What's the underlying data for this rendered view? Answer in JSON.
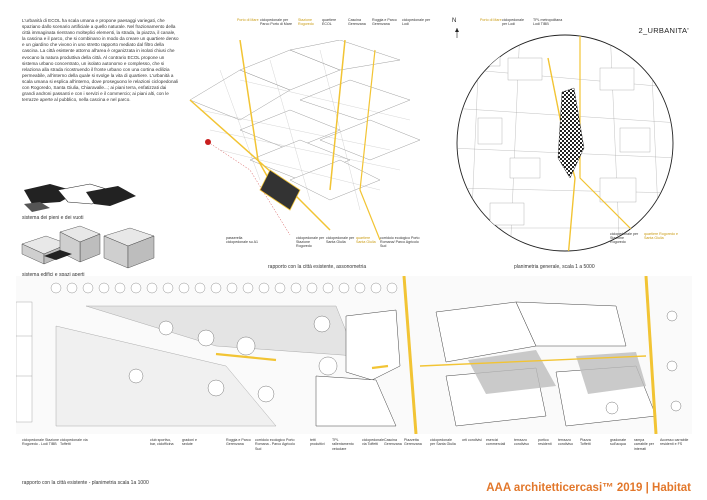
{
  "intro_text": "L'urbanità di ECOL ha scala umana e propone paesaggi variegati, che spaziano dallo scenario artificiale a quello naturale. Nel frazionamento della città immaginata rientrano molteplici elementi, la strada, la piazza, il canale, la cascina e il parco, che si combinano in modo da creare un quartiere denso e un giardino che vivono in uno stretto rapporto mediato dal filtro della cascina. La città esistente attorno all'area è organizzata in isolati chiusi che evocano la natura produttiva della città. Al contrario ECOL propone un sistema urbano concentrato, un isolato autonomo e complesso, che si relaziona alla strada ricostruendo il fronte urbano con una cortina edilizia permeabile, all'interno della quale si svolge la vita di quartiere. L'urbanità a scala umana si esplica all'interno, dove proseguono le relazioni ciclopedonali con Rogoredo, Santa Giulia, Chiaravalle...; ai piani terra, enfatizzati dai grandi androni passanti e con i servizi e il commercio; ai piani alti, con le terrazze aperte al pubblico, nella cascina e nel parco.",
  "captions": {
    "voids": "sistema dei pieni e dei vuoti",
    "open_spaces": "sistema edifici e spazi aperti",
    "axonometric": "rapporto con la città esistente, assonometria",
    "masterplan": "planimetria generale, scala 1 a 5000",
    "plan": "rapporto con la città esistente - planimetria scala 1a 1000"
  },
  "section_title": "2_URBANITA'",
  "north_label": "N",
  "axo_labels": {
    "porto_mare": "Porto di Mare",
    "pista_ciclabile": "ciclopedonale per Parco Porto di Mare",
    "stazione_rogoredo": "Stazione Rogoredo",
    "quartiere_ecol": "quartiere ECOL",
    "cascina_gerenzana": "Cascina Gerenzana",
    "roggia": "Roggia e Parco Gerenzana",
    "ciclopedonale_lodi": "ciclopedonale per Lodi",
    "passerella": "passerella ciclopedonale su A1",
    "ciclopedonale_stazione": "ciclopedonale per Stazione Rogoredo",
    "ciclopedonale_santa_giulia": "ciclopedonale per Santa Giulia",
    "quartiere_santa_giulia": "quartiere Santa Giulia",
    "corridoio_ecologico": "corridoio ecologico Porto Romana/ Parco Agricolo Sud"
  },
  "plan_labels": {
    "porto_mare": "Porto di Mare",
    "ciclopedonale_lodi": "ciclopedonale per Lodi",
    "tpl_lodi": "TPL metropolitana Lodi TIBB",
    "ciclopedonale_stazione": "ciclopedonale per Stazione Rogoredo",
    "quartiere_santa_giulia": "quartiere Rogoredo e Santa Giulia"
  },
  "bottom_labels": [
    "ciclopedonale Stazione Rogoredo - Lodi TIBB",
    "ciclopedonale via Toffetti",
    "club sportivo, bar, ciclofficina",
    "gradoni e sedute",
    "Roggia e Parco Gerenzana",
    "corridoio ecologico Porto Romana - Parco Agricolo Sud",
    "tetti produttivi",
    "TPL rallentamento veicolare",
    "ciclopedonale via Toffetti",
    "Cascina Gerenzana",
    "Piazzetta Gerenzana",
    "ciclopedonale per Santa Giulia",
    "orti condivisi",
    "esercizi commerciali",
    "terrazzo condiviso",
    "portico residenti",
    "terrazzo condiviso",
    "Piazza Toffetti",
    "gradonate sull'acqua",
    "rampa carrabile per interrati",
    "Accesso carrabile residenti e FS"
  ],
  "footer": "AAA architetticercasi™ 2019 | Habitat",
  "colors": {
    "accent": "#f2c434",
    "accent_dark": "#d9a21a",
    "brand": "#e2772b",
    "marker": "#c81e1e"
  }
}
